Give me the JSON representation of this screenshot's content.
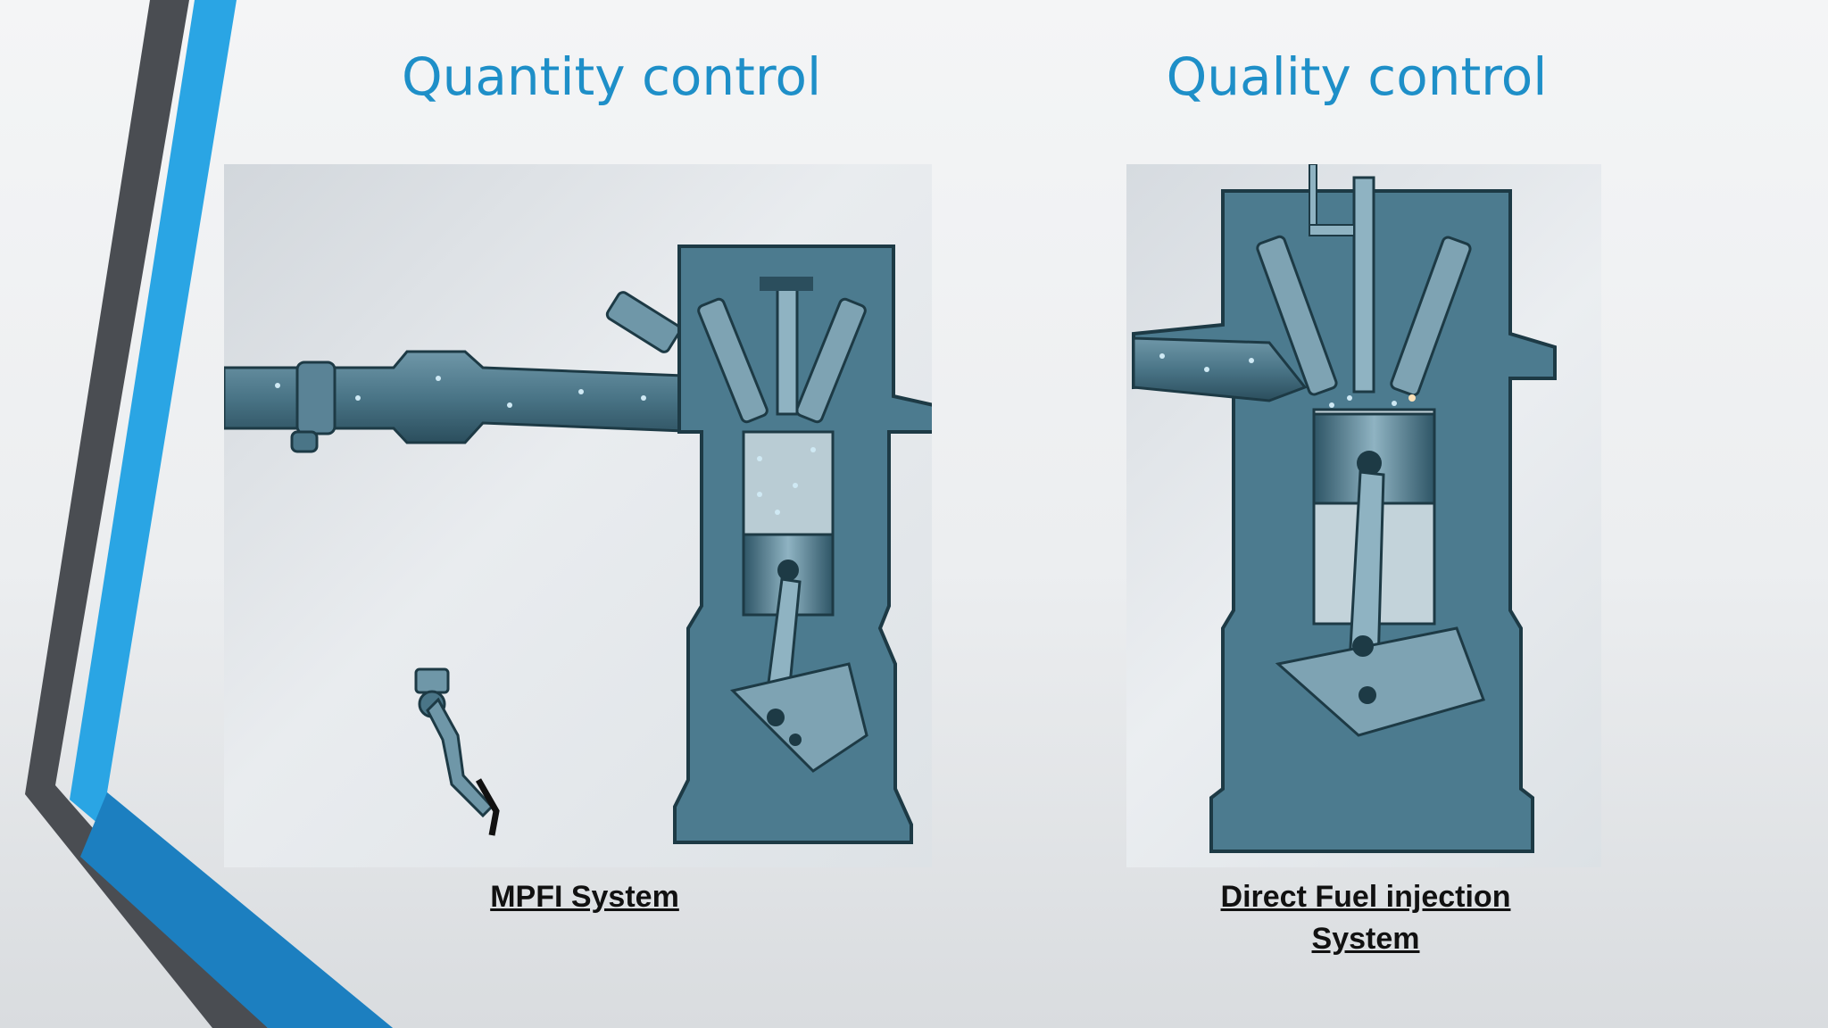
{
  "slide": {
    "left": {
      "title": "Quantity control",
      "caption": "MPFI System"
    },
    "right": {
      "title": "Quality control",
      "caption_line1": "Direct Fuel injection",
      "caption_line2": "System"
    }
  },
  "colors": {
    "title": "#1e8fc8",
    "accent_blue": "#2aa5e4",
    "dark_stripe": "#4a4d52",
    "engine_teal": "#3f6e80"
  }
}
